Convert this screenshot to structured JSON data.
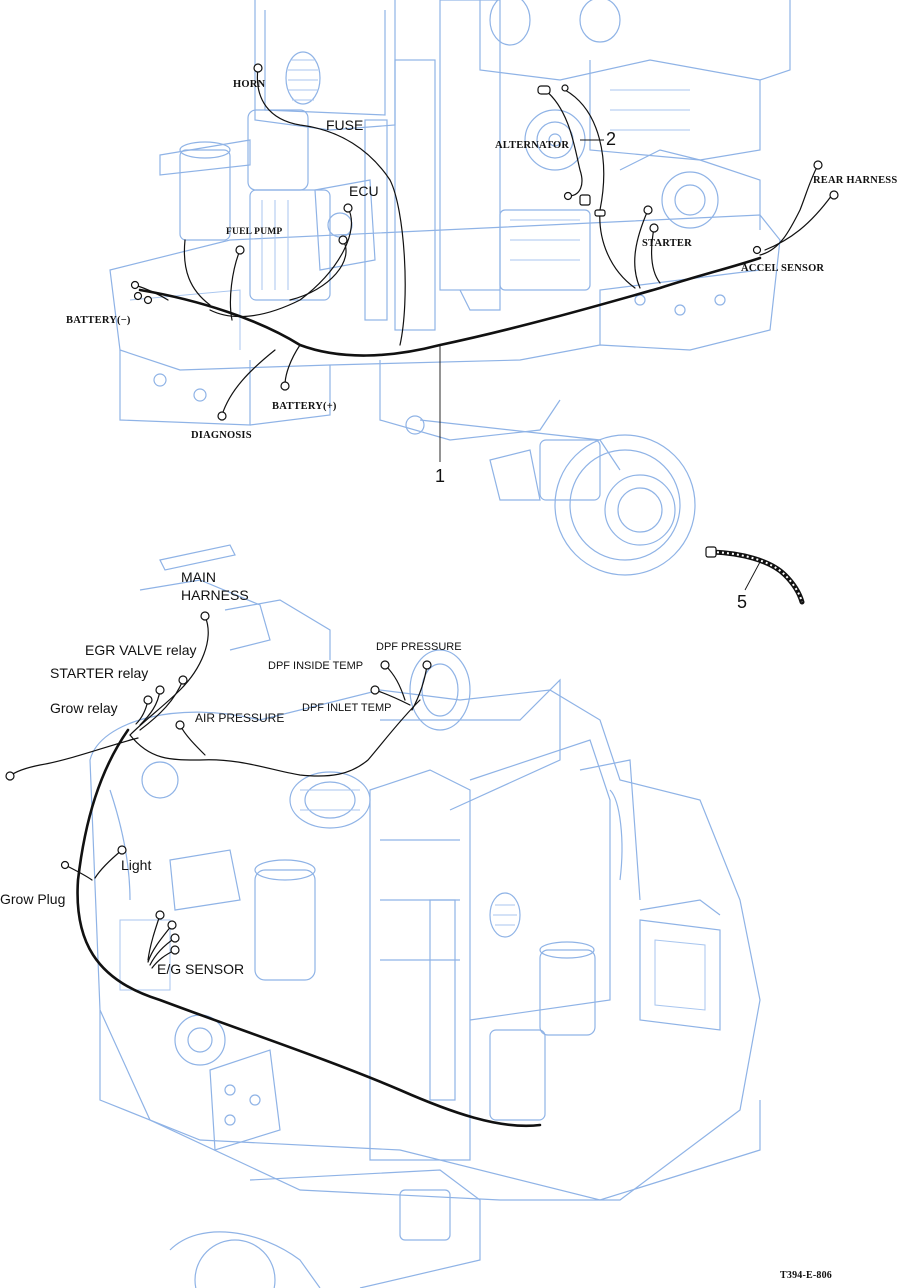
{
  "top_view": {
    "labels": {
      "horn": "HORN",
      "fuse": "FUSE",
      "ecu": "ECU",
      "alternator": "ALTERNATOR",
      "fuel_pump": "FUEL PUMP",
      "rear_harness": "REAR HARNESS",
      "starter": "STARTER",
      "accel_sensor": "ACCEL SENSOR",
      "battery_neg": "BATTERY(−)",
      "battery_pos": "BATTERY(+)",
      "diagnosis": "DIAGNOSIS"
    },
    "part_numbers": {
      "main_harness": "1",
      "alternator_harness": "2"
    }
  },
  "band": {
    "part_number": "5"
  },
  "bottom_view": {
    "labels": {
      "main_harness": "MAIN\nHARNESS",
      "egr_valve_relay": "EGR VALVE relay",
      "starter_relay": "STARTER relay",
      "grow_relay": "Grow relay",
      "air_pressure": "AIR PRESSURE",
      "dpf_pressure": "DPF PRESSURE",
      "dpf_inside_temp": "DPF INSIDE TEMP",
      "dpf_inlet_temp": "DPF INLET TEMP",
      "light": "Light",
      "grow_plug": "Grow Plug",
      "eg_sensor": "E/G SENSOR"
    }
  },
  "drawing_code": "T394-E-806",
  "colors": {
    "engine_line": "#8fb3e6",
    "harness": "#111111",
    "background": "#ffffff"
  }
}
